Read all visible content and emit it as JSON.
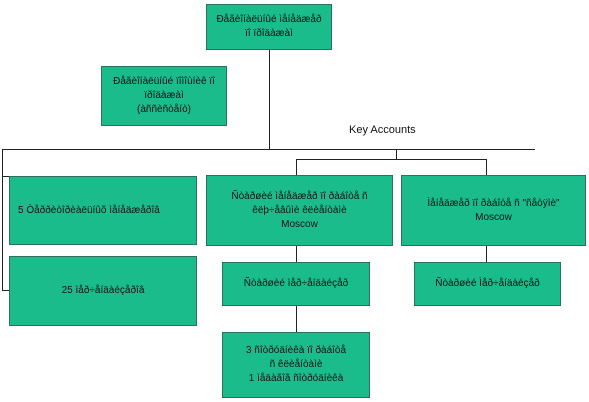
{
  "diagram": {
    "nodes": {
      "root": "Đåãèîíàëüíûé ìåíåäæåð\nïî ïðîäàæàì",
      "regional_assistant": "Ðåãèîíàëüíûé ïîìîùíèê ïî ïðîäàæàì\n(àññèñòåíò)",
      "key_accounts_manager": "5 Òåððèòîðèàëüíûõ ìåíåäæåðîâ",
      "merchandisers": "25 ìåð÷åíäàéçåðîâ",
      "special_rep": "Ñòàðøèé ìåíåäæåð ïî ðàáîòå ñ êëþ÷åâûìè êëèåíòàìè\nMoscow",
      "senior_merch": "Ñòàðøèé ìåð÷åíäàéçåð",
      "three_reps": "3 ñîòðóäíèêà ïî ðàáîòå\nñ êëèåíòàìè\n1 ìåäàãîã ñîòðóäíèêà",
      "network_manager": "Ìåíåäæåð ïî ðàáîòå ñ \"ñåòÿìè\"\nMoscow",
      "network_merch": "Ñòàðøèé Ìåð÷åíäàéçåð"
    },
    "labels": {
      "key_accounts": "Key Accounts"
    }
  }
}
